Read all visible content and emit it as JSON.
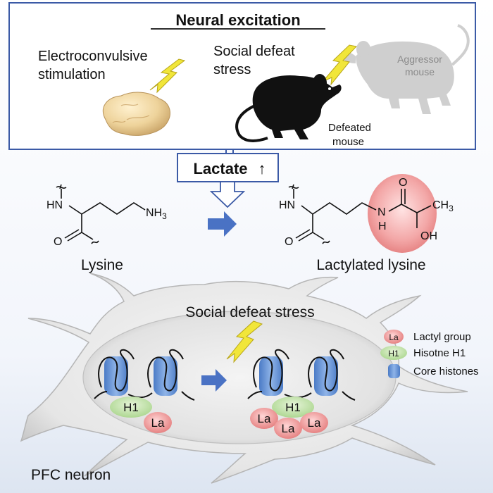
{
  "top_panel": {
    "title": "Neural excitation",
    "ecs_label_line1": "Electroconvulsive",
    "ecs_label_line2": "stimulation",
    "sds_label_line1": "Social defeat",
    "sds_label_line2": "stress",
    "aggressor_line1": "Aggressor",
    "aggressor_line2": "mouse",
    "defeated_line1": "Defeated",
    "defeated_line2": "mouse"
  },
  "lactate": {
    "label": "Lactate",
    "arrow_glyph": "↑"
  },
  "chemistry": {
    "lysine_nh": "HN",
    "lysine_nh3": "NH",
    "lysine_nh3_sub": "3",
    "lysine_o": "O",
    "lysine_name": "Lysine",
    "lact_nh": "HN",
    "lact_n": "N",
    "lact_h": "H",
    "lact_o_carbonyl": "O",
    "lact_o_backbone": "O",
    "lact_ch": "CH",
    "lact_ch_sub": "3",
    "lact_oh": "OH",
    "lact_name": "Lactylated lysine"
  },
  "neuron_panel": {
    "stress_label": "Social defeat stress",
    "h1_before": "H1",
    "la_before": "La",
    "h1_after": "H1",
    "la_after": [
      "La",
      "La",
      "La"
    ],
    "neuron_label": "PFC neuron"
  },
  "legend": {
    "items": [
      {
        "symbol": "La",
        "label": "Lactyl group"
      },
      {
        "symbol": "H1",
        "label": "Hisotne H1"
      },
      {
        "symbol": "",
        "label": "Core histones"
      }
    ]
  },
  "colors": {
    "box_border": "#3b5aa6",
    "arrow_blue": "#4a72c4",
    "bolt_yellow": "#f1e63a",
    "la_red": "#ec8d8d",
    "h1_green": "#bfe0a6",
    "histone_blue": "#6f9ad6",
    "lactyl_highlight": "#f0a0a0"
  }
}
